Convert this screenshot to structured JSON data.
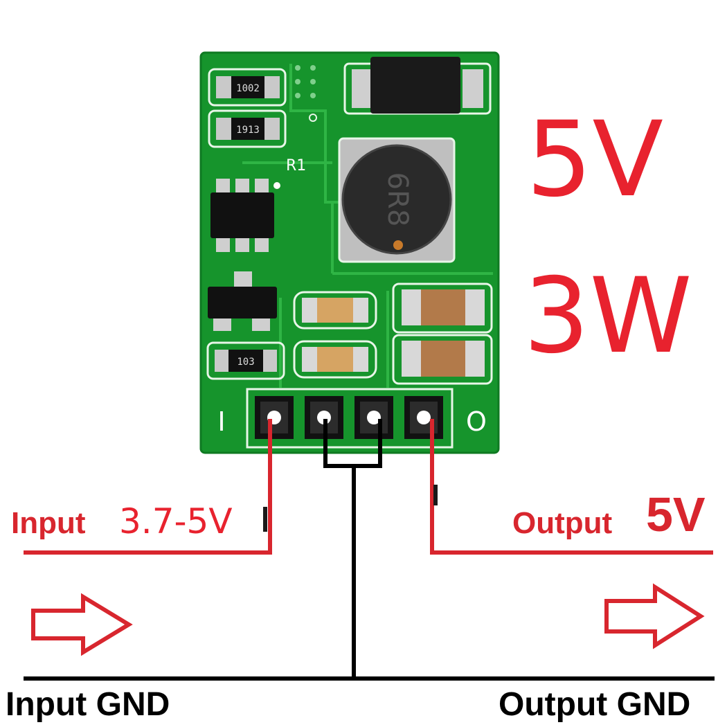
{
  "board": {
    "silkscreen": {
      "r1": "R1",
      "res1": "1002",
      "res2": "1913",
      "res3": "103",
      "inductor": "6R8",
      "pin_in": "I",
      "pin_out": "O"
    }
  },
  "spec": {
    "voltage": "5V",
    "power": "3W"
  },
  "labels": {
    "input_word": "Input",
    "input_range": "3.7-5V",
    "output_word": "Output",
    "output_value": "5V",
    "input_gnd": "Input GND",
    "output_gnd": "Output GND"
  },
  "colors": {
    "pcb": "#16942c",
    "wire_red": "#d8262e",
    "wire_black": "#000000",
    "text_red": "#e8222e"
  }
}
